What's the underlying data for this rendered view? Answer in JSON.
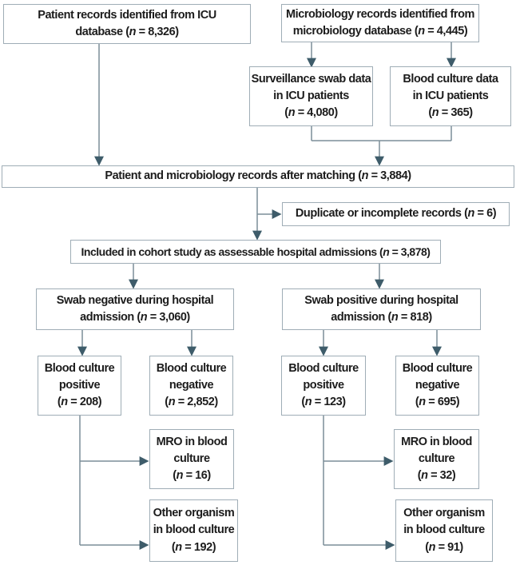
{
  "figure": {
    "type": "flow-diagram"
  },
  "colors": {
    "page_bg": "#ffffff",
    "box_border": "#9fadb6",
    "line": "#7b8e98",
    "arrowhead": "#3e5c6a",
    "text": "#1c1c1c"
  },
  "boxes": {
    "patient": {
      "lines": [
        "Patient records identified from ICU",
        "database (n = 8,326)"
      ]
    },
    "micro": {
      "lines": [
        "Microbiology records identified from",
        "microbiology database (n = 4,445)"
      ]
    },
    "swab_data": {
      "lines": [
        "Surveillance swab data",
        "in ICU patients",
        "(n = 4,080)"
      ]
    },
    "blood_data": {
      "lines": [
        "Blood culture data",
        "in ICU patients",
        "(n = 365)"
      ]
    },
    "matching": {
      "lines": [
        "Patient and microbiology records after matching (n = 3,884)"
      ]
    },
    "duplicate": {
      "lines": [
        "Duplicate or incomplete records (n = 6)"
      ]
    },
    "included": {
      "lines": [
        "Included in cohort study as assessable hospital admissions (n = 3,878)"
      ]
    },
    "swab_neg": {
      "lines": [
        "Swab negative during hospital",
        "admission (n = 3,060)"
      ]
    },
    "swab_pos": {
      "lines": [
        "Swab positive during hospital",
        "admission (n = 818)"
      ]
    },
    "bc_pos_left": {
      "lines": [
        "Blood culture",
        "positive",
        "(n = 208)"
      ]
    },
    "bc_neg_left": {
      "lines": [
        "Blood culture",
        "negative",
        "(n = 2,852)"
      ]
    },
    "bc_pos_right": {
      "lines": [
        "Blood culture",
        "positive",
        "(n = 123)"
      ]
    },
    "bc_neg_right": {
      "lines": [
        "Blood culture",
        "negative",
        "(n = 695)"
      ]
    },
    "mro_left": {
      "lines": [
        "MRO in blood",
        "culture",
        "(n = 16)"
      ]
    },
    "other_left": {
      "lines": [
        "Other organism",
        "in blood culture",
        "(n = 192)"
      ]
    },
    "mro_right": {
      "lines": [
        "MRO in blood",
        "culture",
        "(n = 32)"
      ]
    },
    "other_right": {
      "lines": [
        "Other organism",
        "in blood culture",
        "(n = 91)"
      ]
    }
  }
}
